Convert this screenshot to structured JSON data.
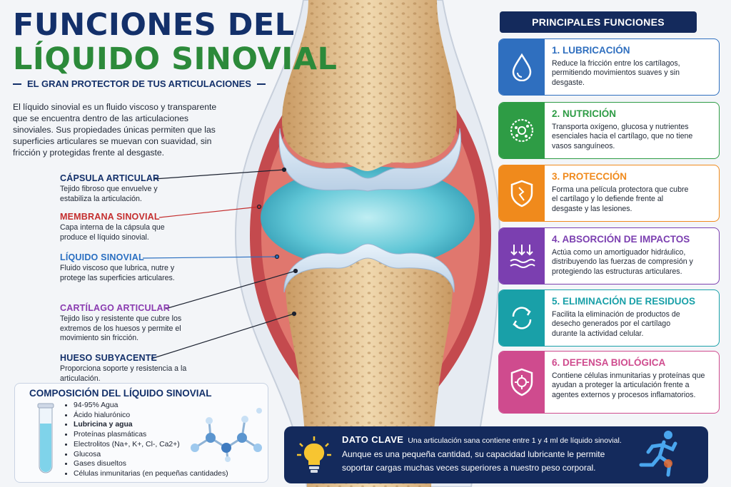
{
  "title": {
    "line1": "FUNCIONES DEL",
    "line2": "LÍQUIDO SINOVIAL"
  },
  "subtitle": "EL GRAN PROTECTOR DE TUS ARTICULACIONES",
  "intro": "El líquido sinovial es un fluido viscoso y transparente que se encuentra dentro de las articulaciones sinoviales. Sus propiedades únicas permiten que las superficies articulares se muevan con suavidad, sin fricción y protegidas frente al desgaste.",
  "labels": [
    {
      "title": "CÁPSULA ARTICULAR",
      "desc": "Tejido fibroso que envuelve y estabiliza la articulación.",
      "color": "#13306a"
    },
    {
      "title": "MEMBRANA SINOVIAL",
      "desc": "Capa interna de la cápsula que produce el líquido sinovial.",
      "color": "#c42e2e"
    },
    {
      "title": "LÍQUIDO SINOVIAL",
      "desc": "Fluido viscoso que lubrica, nutre y protege las superficies articulares.",
      "color": "#2a6fc1"
    },
    {
      "title": "CARTÍLAGO ARTICULAR",
      "desc": "Tejido liso y resistente que cubre los extremos de los huesos y permite el movimiento sin fricción.",
      "color": "#8a3bb0"
    },
    {
      "title": "HUESO SUBYACENTE",
      "desc": "Proporciona soporte y resistencia a la articulación.",
      "color": "#13306a"
    }
  ],
  "composition": {
    "title": "COMPOSICIÓN DEL LÍQUIDO SINOVIAL",
    "items": [
      "94-95% Agua",
      "Ácido hialurónico",
      "Lubricina y agua",
      "Proteínas plasmáticas",
      "Electrolitos (Na+, K+, Cl-, Ca2+)",
      "Glucosa",
      "Gases disueltos",
      "Células inmunitarias (en pequeñas cantidades)"
    ]
  },
  "panel_title": "PRINCIPALES FUNCIONES",
  "functions": [
    {
      "title": "1. LUBRICACIÓN",
      "desc": "Reduce la fricción entre los cartílagos, permitiendo movimientos suaves y sin desgaste.",
      "color": "#2f6fbf",
      "icon": "water-drop-icon"
    },
    {
      "title": "2. NUTRICIÓN",
      "desc": "Transporta oxígeno, glucosa y nutrientes esenciales hacia el cartílago, que no tiene vasos sanguíneos.",
      "color": "#2e9c45",
      "icon": "cell-icon"
    },
    {
      "title": "3. PROTECCIÓN",
      "desc": "Forma una película protectora que cubre el cartílago y lo defiende frente al desgaste y las lesiones.",
      "color": "#f08a1c",
      "icon": "shield-icon"
    },
    {
      "title": "4. ABSORCIÓN DE IMPACTOS",
      "desc": "Actúa como un amortiguador hidráulico, distribuyendo las fuerzas de compresión y protegiendo las estructuras articulares.",
      "color": "#7b3fb0",
      "icon": "impact-arrows-icon"
    },
    {
      "title": "5. ELIMINACIÓN DE RESIDUOS",
      "desc": "Facilita la eliminación de productos de desecho generados por el cartílago durante la actividad celular.",
      "color": "#19a0a8",
      "icon": "recycle-icon"
    },
    {
      "title": "6. DEFENSA BIOLÓGICA",
      "desc": "Contiene células inmunitarias y proteínas que ayudan a proteger la articulación frente a agentes externos y procesos inflamatorios.",
      "color": "#cf4b8e",
      "icon": "immune-shield-icon"
    }
  ],
  "dato_clave": {
    "label": "DATO CLAVE",
    "text": "Una articulación sana contiene entre 1 y 4 ml de líquido sinovial.",
    "line2": "Aunque es una pequeña cantidad, su capacidad lubricante le permite",
    "line3": "soportar cargas muchas veces superiores a nuestro peso corporal."
  }
}
